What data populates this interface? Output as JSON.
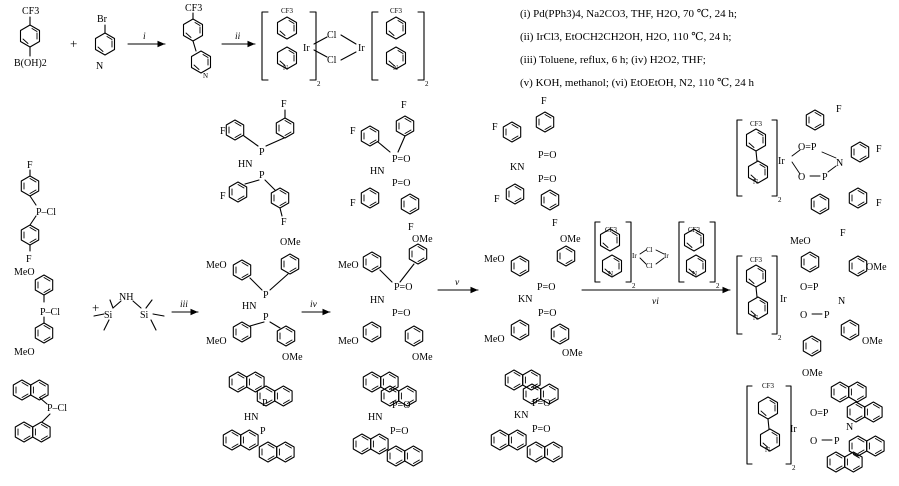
{
  "conditions": [
    "(i) Pd(PPh3)4, Na2CO3, THF, H2O, 70 ℃, 24 h;",
    "(ii) IrCl3, EtOCH2CH2OH, H2O, 110 ℃, 24 h;",
    "(iii) Toluene, reflux, 6 h; (iv) H2O2, THF;",
    "(v) KOH, methanol; (vi) EtOEtOH, N2, 110 ℃, 24 h"
  ],
  "steps": {
    "i": "i",
    "ii": "ii",
    "iii": "iii",
    "iv": "iv",
    "v": "v",
    "vi": "vi"
  },
  "atoms": {
    "cf3": "CF3",
    "boh2": "B(OH)2",
    "br": "Br",
    "n": "N",
    "ir": "Ir",
    "cl": "Cl",
    "p_cl": "P–Cl",
    "f": "F",
    "meo": "MeO",
    "ome": "OMe",
    "hn": "HN",
    "kn": "KN",
    "p": "P",
    "po": "P=O",
    "nh": "NH",
    "si": "Si",
    "o": "O",
    "opo": "O=P",
    "plus": "+",
    "sub2": "2"
  }
}
